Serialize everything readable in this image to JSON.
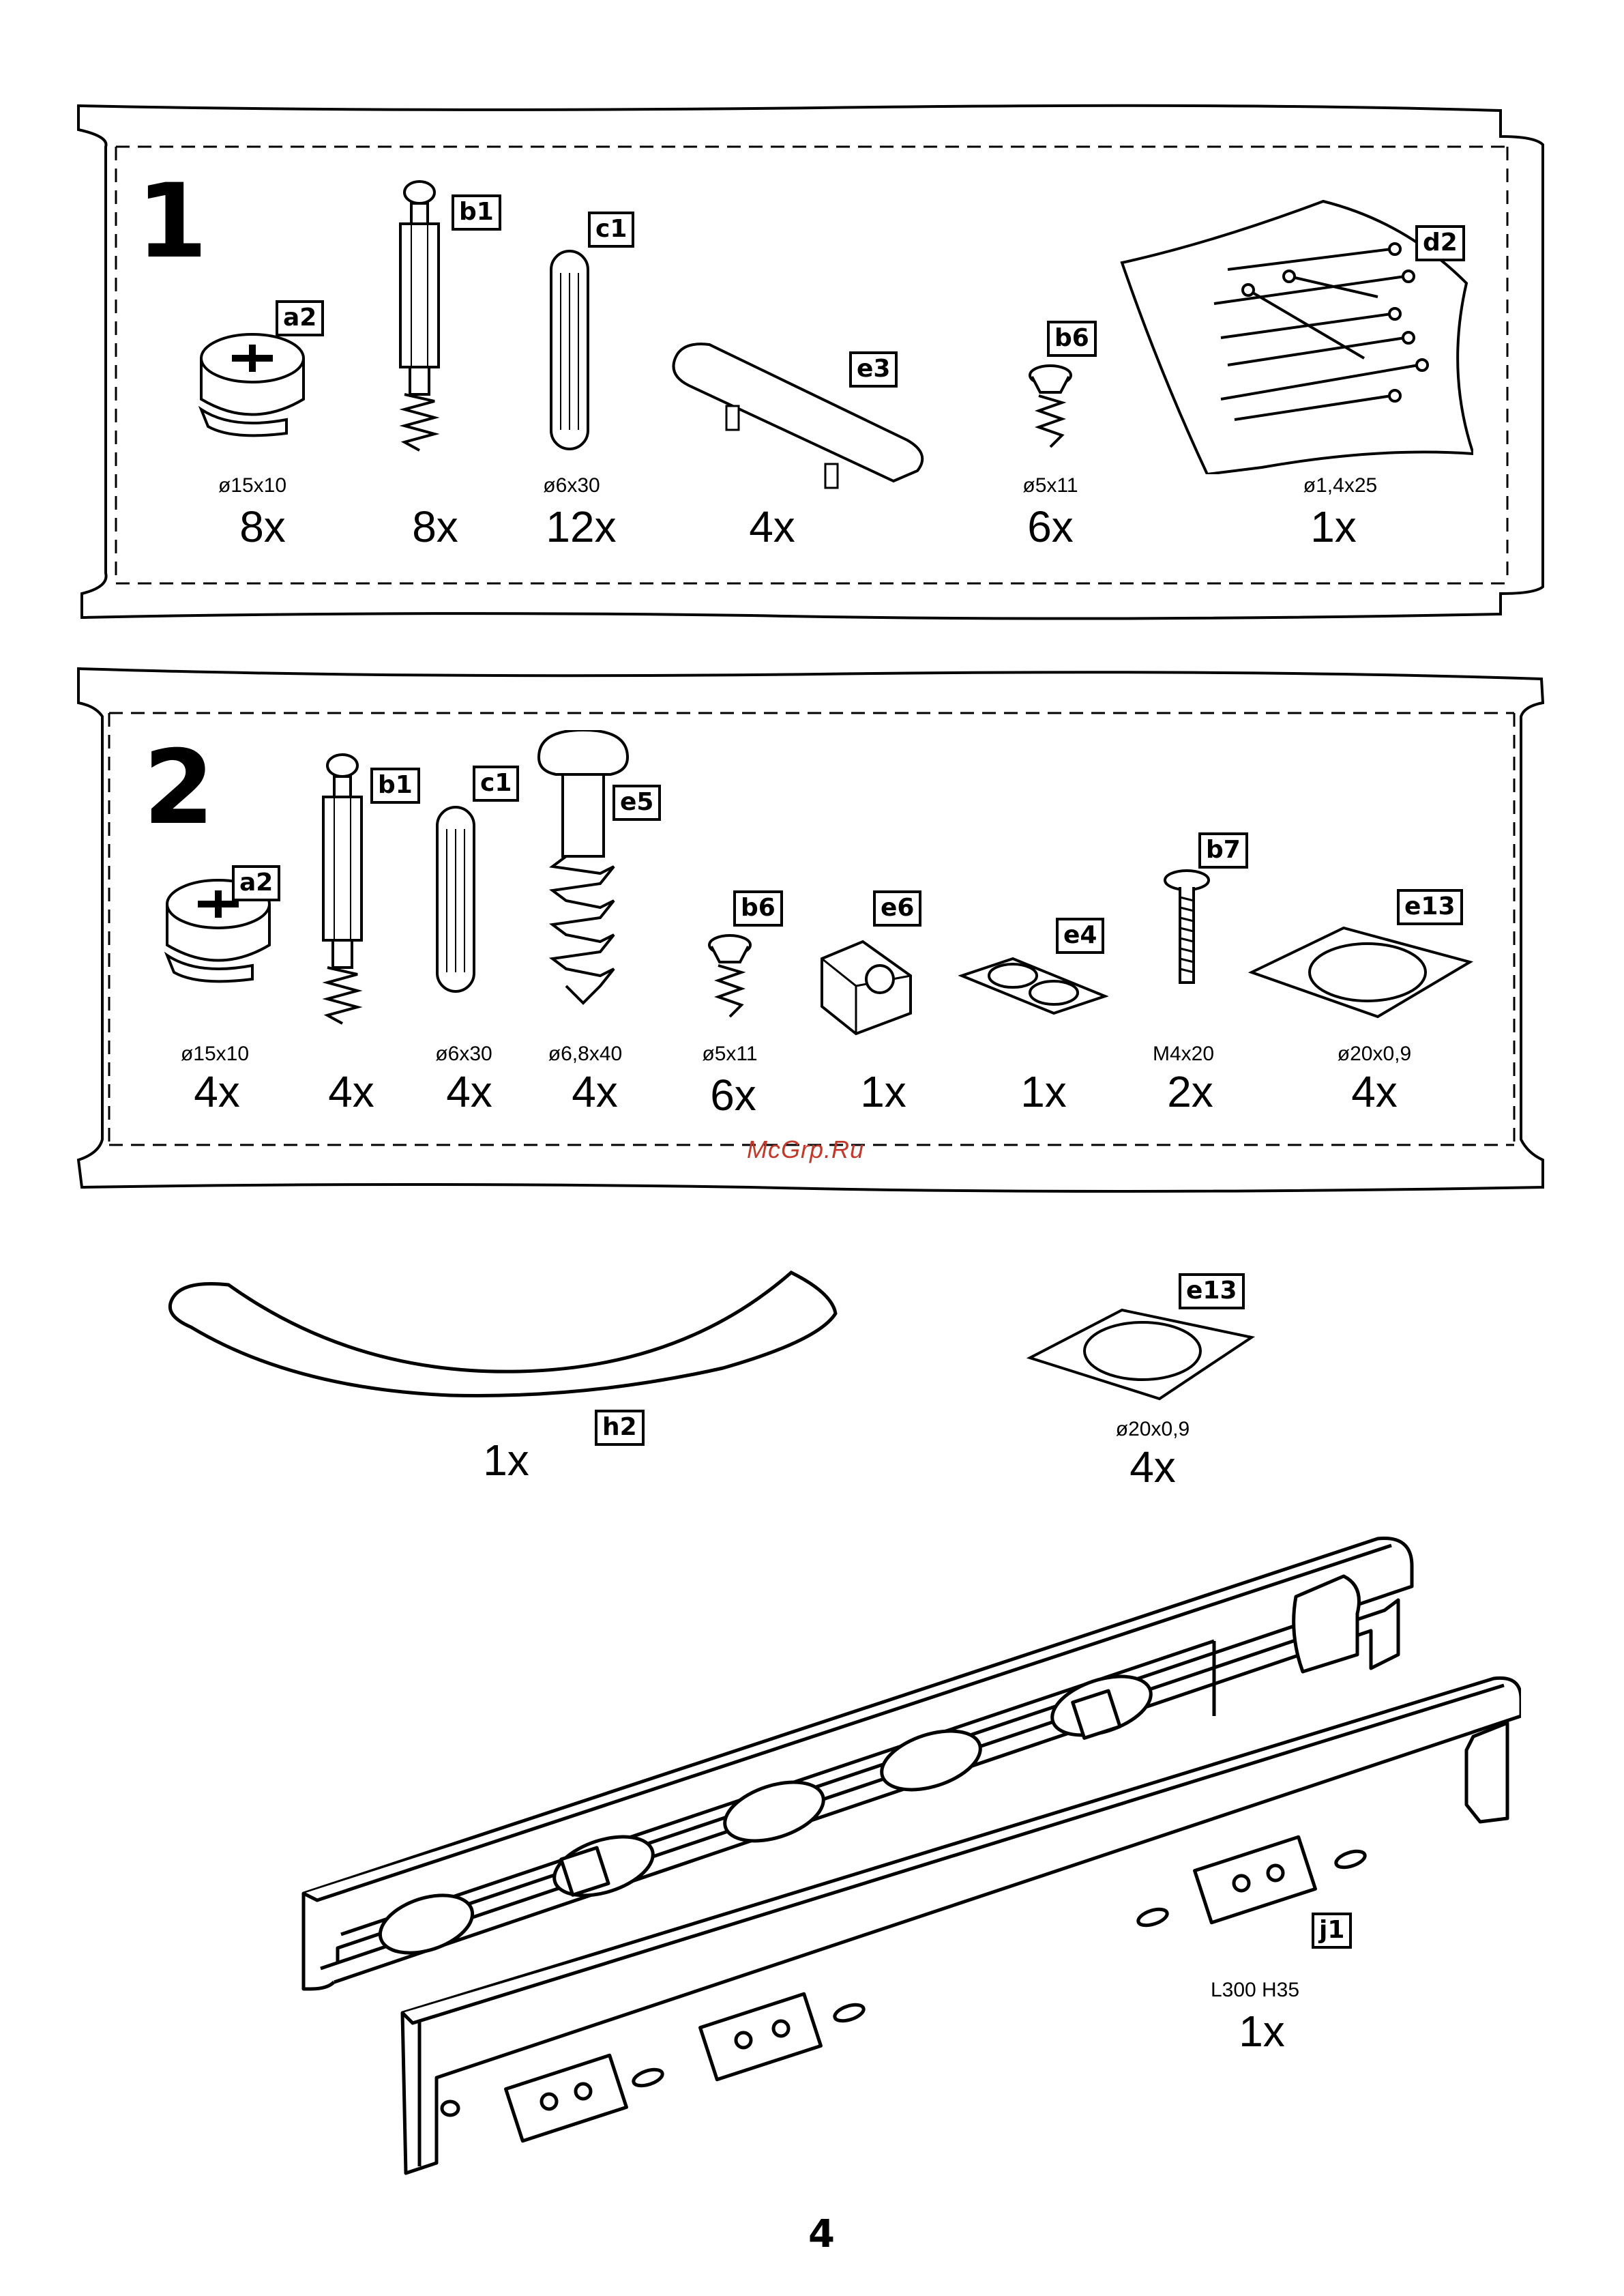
{
  "panel1": {
    "step": "1",
    "items": [
      {
        "tag": "a2",
        "dim": "ø15x10",
        "qty": "8x"
      },
      {
        "tag": "b1",
        "dim": "",
        "qty": "8x"
      },
      {
        "tag": "c1",
        "dim": "ø6x30",
        "qty": "12x"
      },
      {
        "tag": "e3",
        "dim": "",
        "qty": "4x"
      },
      {
        "tag": "b6",
        "dim": "ø5x11",
        "qty": "6x"
      },
      {
        "tag": "d2",
        "dim": "ø1,4x25",
        "qty": "1x"
      }
    ]
  },
  "panel2": {
    "step": "2",
    "items": [
      {
        "tag": "a2",
        "dim": "ø15x10",
        "qty": "4x"
      },
      {
        "tag": "b1",
        "dim": "",
        "qty": "4x"
      },
      {
        "tag": "c1",
        "dim": "ø6x30",
        "qty": "4x"
      },
      {
        "tag": "e5",
        "dim": "ø6,8x40",
        "qty": "4x"
      },
      {
        "tag": "b6",
        "dim": "ø5x11",
        "qty": "6x"
      },
      {
        "tag": "e6",
        "dim": "",
        "qty": "1x"
      },
      {
        "tag": "e4",
        "dim": "",
        "qty": "1x"
      },
      {
        "tag": "b7",
        "dim": "M4x20",
        "qty": "2x"
      },
      {
        "tag": "e13",
        "dim": "ø20x0,9",
        "qty": "4x"
      }
    ]
  },
  "loose": {
    "h2": {
      "tag": "h2",
      "qty": "1x"
    },
    "e13": {
      "tag": "e13",
      "dim": "ø20x0,9",
      "qty": "4x"
    },
    "j1": {
      "tag": "j1",
      "dim": "L300 H35",
      "qty": "1x"
    }
  },
  "watermark": "McGrp.Ru",
  "page_number": "4"
}
